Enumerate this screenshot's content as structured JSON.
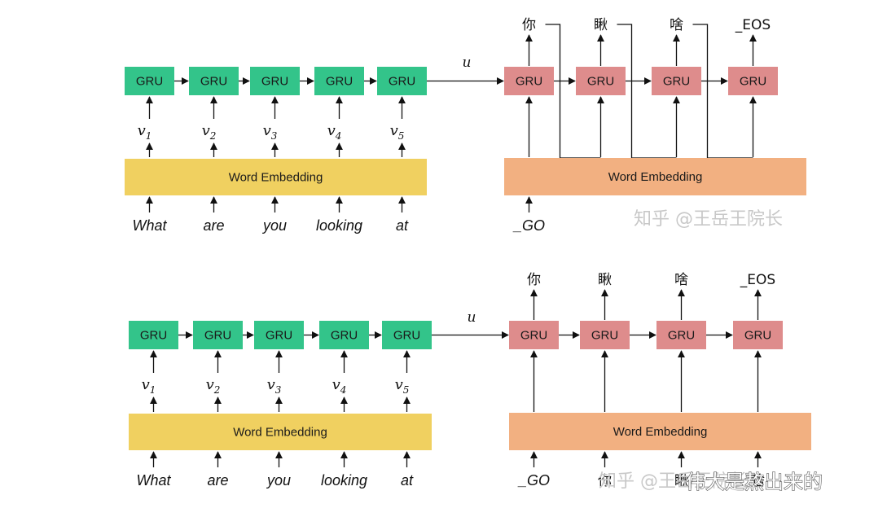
{
  "panels": [
    {
      "id": "top",
      "encoder": {
        "cell_label": "GRU",
        "vectors": [
          {
            "base": "v",
            "sub": "1"
          },
          {
            "base": "v",
            "sub": "2"
          },
          {
            "base": "v",
            "sub": "3"
          },
          {
            "base": "v",
            "sub": "4"
          },
          {
            "base": "v",
            "sub": "5"
          }
        ],
        "embedding_label": "Word Embedding",
        "input_words": [
          "What",
          "are",
          "you",
          "looking",
          "at"
        ]
      },
      "context_label": "u",
      "decoder": {
        "cell_label": "GRU",
        "outputs": [
          "你",
          "瞅",
          "啥",
          "_EOS"
        ],
        "embedding_label": "Word Embedding",
        "start_token": "_GO",
        "feeds_previous_output": true
      }
    },
    {
      "id": "bottom",
      "encoder": {
        "cell_label": "GRU",
        "vectors": [
          {
            "base": "v",
            "sub": "1"
          },
          {
            "base": "v",
            "sub": "2"
          },
          {
            "base": "v",
            "sub": "3"
          },
          {
            "base": "v",
            "sub": "4"
          },
          {
            "base": "v",
            "sub": "5"
          }
        ],
        "embedding_label": "Word Embedding",
        "input_words": [
          "What",
          "are",
          "you",
          "looking",
          "at"
        ]
      },
      "context_label": "u",
      "decoder": {
        "cell_label": "GRU",
        "outputs": [
          "你",
          "瞅",
          "啥",
          "_EOS"
        ],
        "embedding_label": "Word Embedding",
        "start_token": "_GO",
        "decoder_inputs": [
          "你",
          "瞅",
          "啥"
        ],
        "feeds_previous_output": false
      }
    }
  ],
  "watermarks": {
    "top": "知乎 @王岳王院长",
    "bottom": "知乎 @王岳王院长",
    "bottom_overlay": "伟大是熬出来的"
  },
  "colors": {
    "encoder_gru": "#33c48a",
    "decoder_gru": "#de8c8c",
    "encoder_embedding": "#f0d060",
    "decoder_embedding": "#f2b081"
  }
}
